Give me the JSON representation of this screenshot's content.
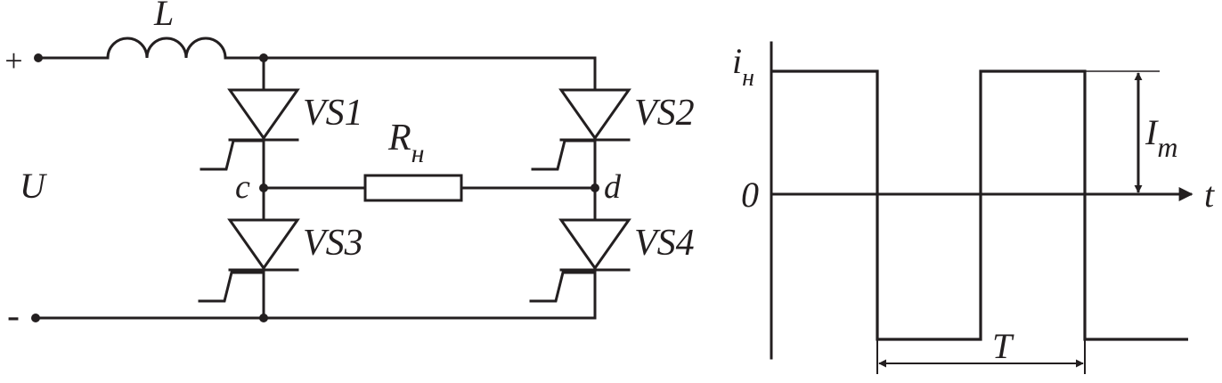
{
  "circuit": {
    "plus_terminal": "+",
    "minus_terminal": "-",
    "supply_label": "U",
    "inductor_label": "L",
    "thyristors": [
      {
        "label": "VS1"
      },
      {
        "label": "VS2"
      },
      {
        "label": "VS3"
      },
      {
        "label": "VS4"
      }
    ],
    "load": {
      "label_main": "R",
      "label_sub": "н"
    },
    "node_c": "c",
    "node_d": "d"
  },
  "waveform": {
    "y_axis_main": "i",
    "y_axis_sub": "н",
    "origin_label": "0",
    "x_axis_label": "t",
    "amplitude_main": "I",
    "amplitude_sub": "m",
    "period_label": "T"
  },
  "colors": {
    "ink": "#231f20",
    "background": "#ffffff"
  }
}
